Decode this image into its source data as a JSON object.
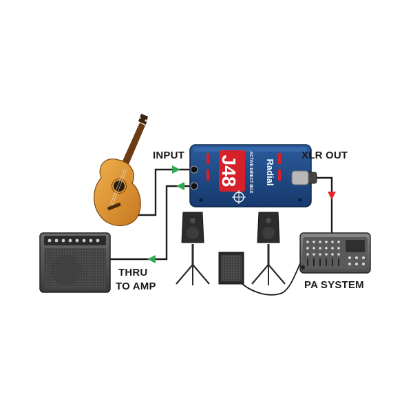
{
  "labels": {
    "input": "INPUT",
    "xlr_out": "XLR OUT",
    "thru_line1": "THRU",
    "thru_line2": "TO AMP",
    "pa_system": "PA SYSTEM"
  },
  "device": {
    "brand": "Radial",
    "model": "J48",
    "subtitle": "ACTIVE DIRECT BOX"
  },
  "colors": {
    "signal_in": "#2fa84f",
    "signal_out": "#e5262c",
    "cable": "#1b1b1b",
    "device_body": "#1f4a86",
    "device_red": "#d6202a",
    "label_text": "#1a1a1a"
  },
  "icons": {
    "guitar": "acoustic-guitar-icon",
    "amp": "guitar-amplifier-icon",
    "di_box": "direct-box-icon",
    "speaker_left": "pa-speaker-icon",
    "speaker_right": "pa-speaker-icon",
    "subwoofer": "subwoofer-icon",
    "mixer": "powered-mixer-icon"
  }
}
